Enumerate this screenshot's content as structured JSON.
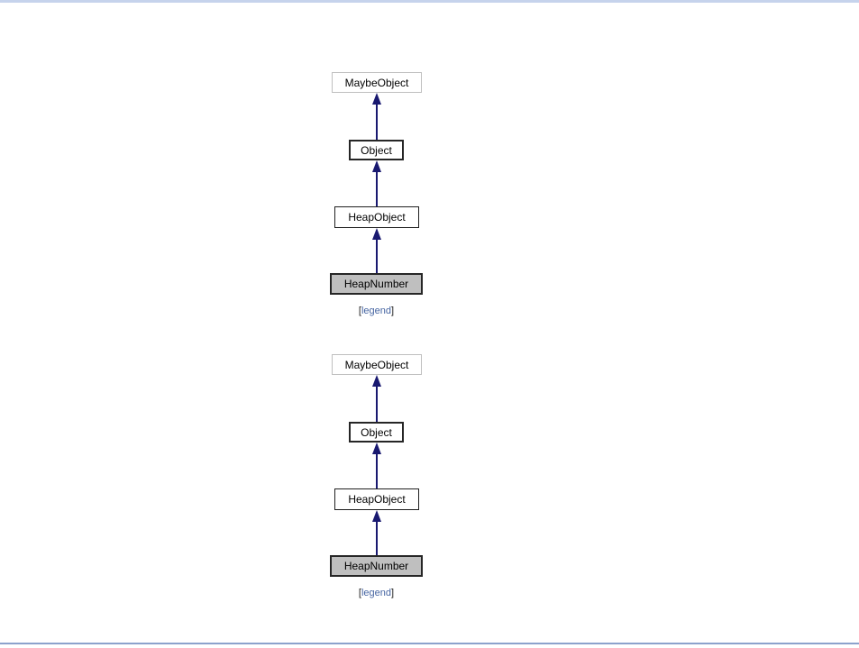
{
  "page": {
    "background": "#ffffff",
    "top_band_color": "#c6d3ec",
    "footer_line_color": "#8ca2cc"
  },
  "colors": {
    "arrow": "#191970",
    "node_border_dark": "#1f1f1f",
    "node_border_light": "#bfbfbf",
    "node_fill_white": "#ffffff",
    "node_fill_gray": "#bfbfbf",
    "link": "#4665A2"
  },
  "diagrams": [
    {
      "type": "inheritance-graph",
      "nodes": [
        {
          "label": "MaybeObject",
          "style": "light-border"
        },
        {
          "label": "Object",
          "style": "dark-border"
        },
        {
          "label": "HeapObject",
          "style": "dark-border"
        },
        {
          "label": "HeapNumber",
          "style": "current-gray"
        }
      ],
      "edges": [
        {
          "from": "Object",
          "to": "MaybeObject"
        },
        {
          "from": "HeapObject",
          "to": "Object"
        },
        {
          "from": "HeapNumber",
          "to": "HeapObject"
        }
      ],
      "legend": {
        "bracket_open": "[",
        "link_label": "legend",
        "bracket_close": "]"
      }
    },
    {
      "type": "inheritance-graph",
      "nodes": [
        {
          "label": "MaybeObject",
          "style": "light-border"
        },
        {
          "label": "Object",
          "style": "dark-border"
        },
        {
          "label": "HeapObject",
          "style": "dark-border"
        },
        {
          "label": "HeapNumber",
          "style": "current-gray"
        }
      ],
      "edges": [
        {
          "from": "Object",
          "to": "MaybeObject"
        },
        {
          "from": "HeapObject",
          "to": "Object"
        },
        {
          "from": "HeapNumber",
          "to": "HeapObject"
        }
      ],
      "legend": {
        "bracket_open": "[",
        "link_label": "legend",
        "bracket_close": "]"
      }
    }
  ]
}
